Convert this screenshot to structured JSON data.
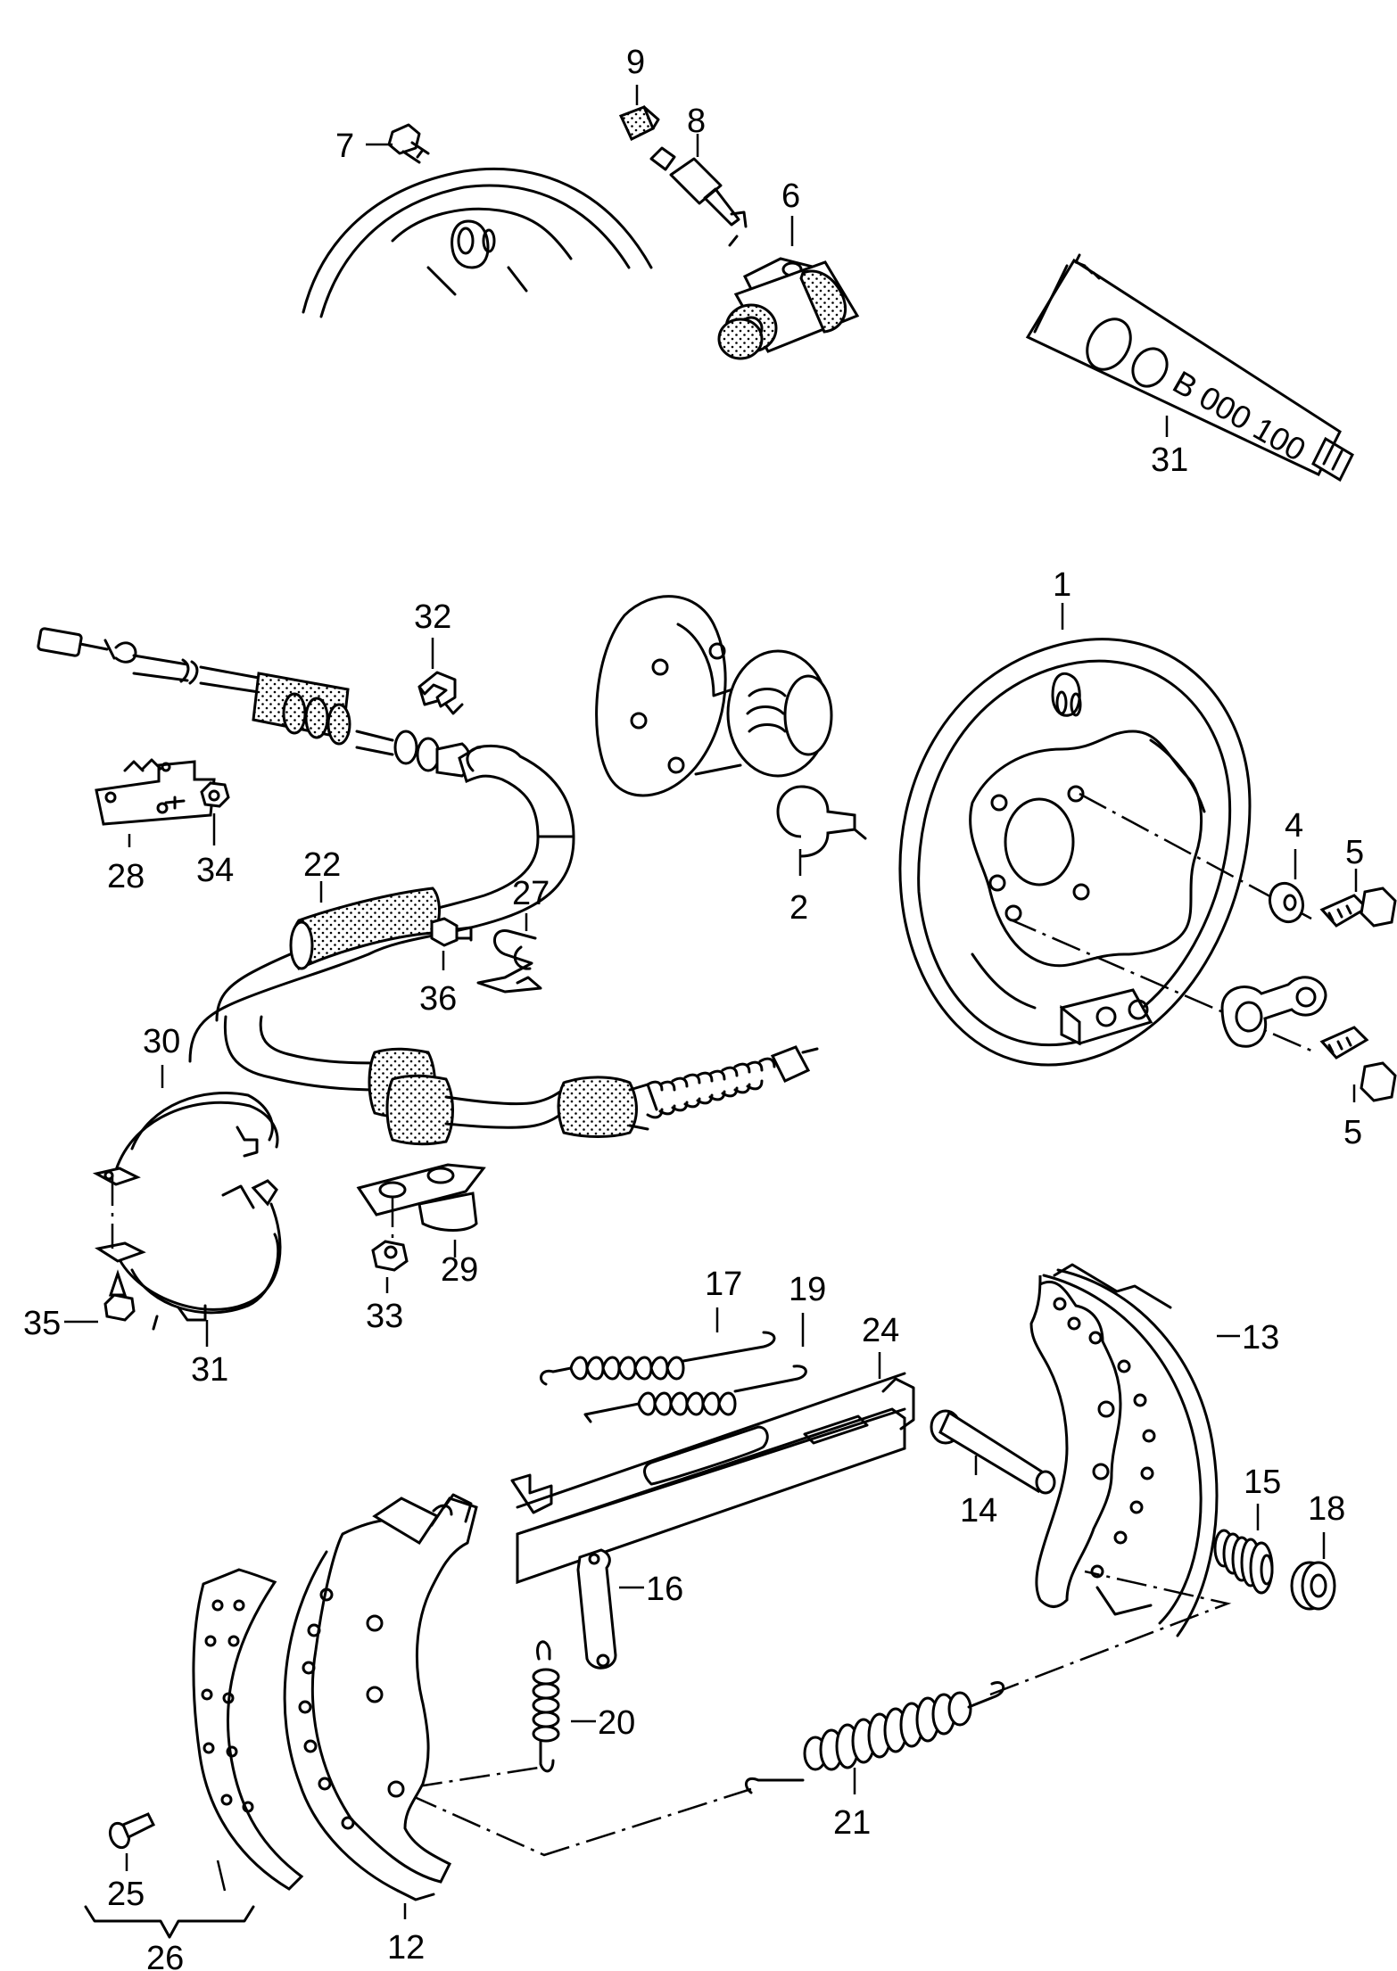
{
  "diagram": {
    "tube_label": "B 000 100",
    "callouts": {
      "c1": "1",
      "c2": "2",
      "c4": "4",
      "c5a": "5",
      "c5b": "5",
      "c6": "6",
      "c7": "7",
      "c8": "8",
      "c9": "9",
      "c12": "12",
      "c13": "13",
      "c14": "14",
      "c15": "15",
      "c16": "16",
      "c17": "17",
      "c18": "18",
      "c19": "19",
      "c20": "20",
      "c21": "21",
      "c22": "22",
      "c24": "24",
      "c25": "25",
      "c26": "26",
      "c27": "27",
      "c28": "28",
      "c29": "29",
      "c30": "30",
      "c31a": "31",
      "c31b": "31",
      "c32": "32",
      "c33": "33",
      "c34": "34",
      "c35": "35",
      "c36": "36"
    }
  }
}
